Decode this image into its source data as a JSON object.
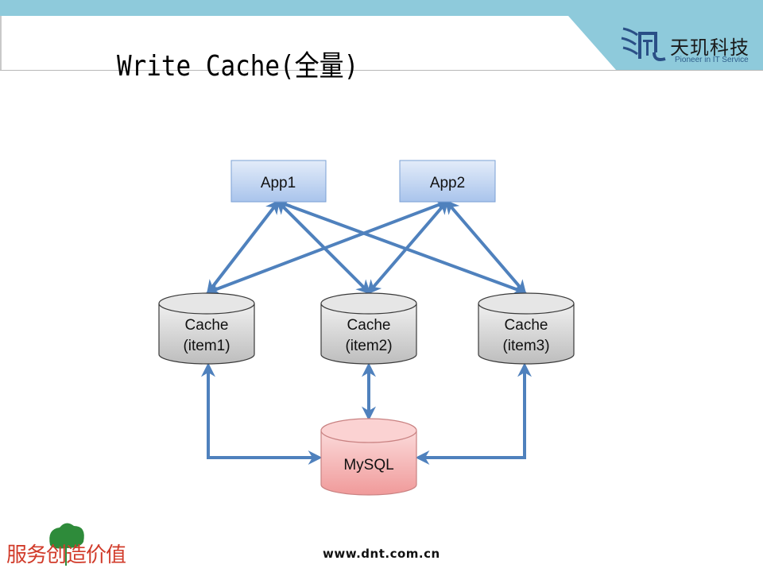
{
  "slide": {
    "title": "Write Cache(全量)",
    "brand": {
      "name": "天玑科技",
      "tagline": "Pioneer in IT Service"
    },
    "footer": {
      "url": "www.dnt.com.cn",
      "slogan": "服务创造价值"
    },
    "colors": {
      "topbar": "#8ecadb",
      "arrow": "#4f81bd",
      "app_fill": "#c6d9f1",
      "cache_fill": "#d9d9d9",
      "db_fill": "#f4b6b6"
    }
  },
  "diagram": {
    "apps": [
      {
        "id": "app1",
        "label": "App1"
      },
      {
        "id": "app2",
        "label": "App2"
      }
    ],
    "caches": [
      {
        "id": "cache1",
        "line1": "Cache",
        "line2": "(item1)"
      },
      {
        "id": "cache2",
        "line1": "Cache",
        "line2": "(item2)"
      },
      {
        "id": "cache3",
        "line1": "Cache",
        "line2": "(item3)"
      }
    ],
    "database": {
      "id": "mysql",
      "label": "MySQL"
    },
    "connections": [
      {
        "from": "app1",
        "to": "cache1",
        "bidirectional": true
      },
      {
        "from": "app1",
        "to": "cache2",
        "bidirectional": true
      },
      {
        "from": "app1",
        "to": "cache3",
        "bidirectional": true
      },
      {
        "from": "app2",
        "to": "cache1",
        "bidirectional": true
      },
      {
        "from": "app2",
        "to": "cache2",
        "bidirectional": true
      },
      {
        "from": "app2",
        "to": "cache3",
        "bidirectional": true
      },
      {
        "from": "cache1",
        "to": "mysql",
        "bidirectional": true
      },
      {
        "from": "cache2",
        "to": "mysql",
        "bidirectional": true
      },
      {
        "from": "cache3",
        "to": "mysql",
        "bidirectional": true
      }
    ]
  }
}
